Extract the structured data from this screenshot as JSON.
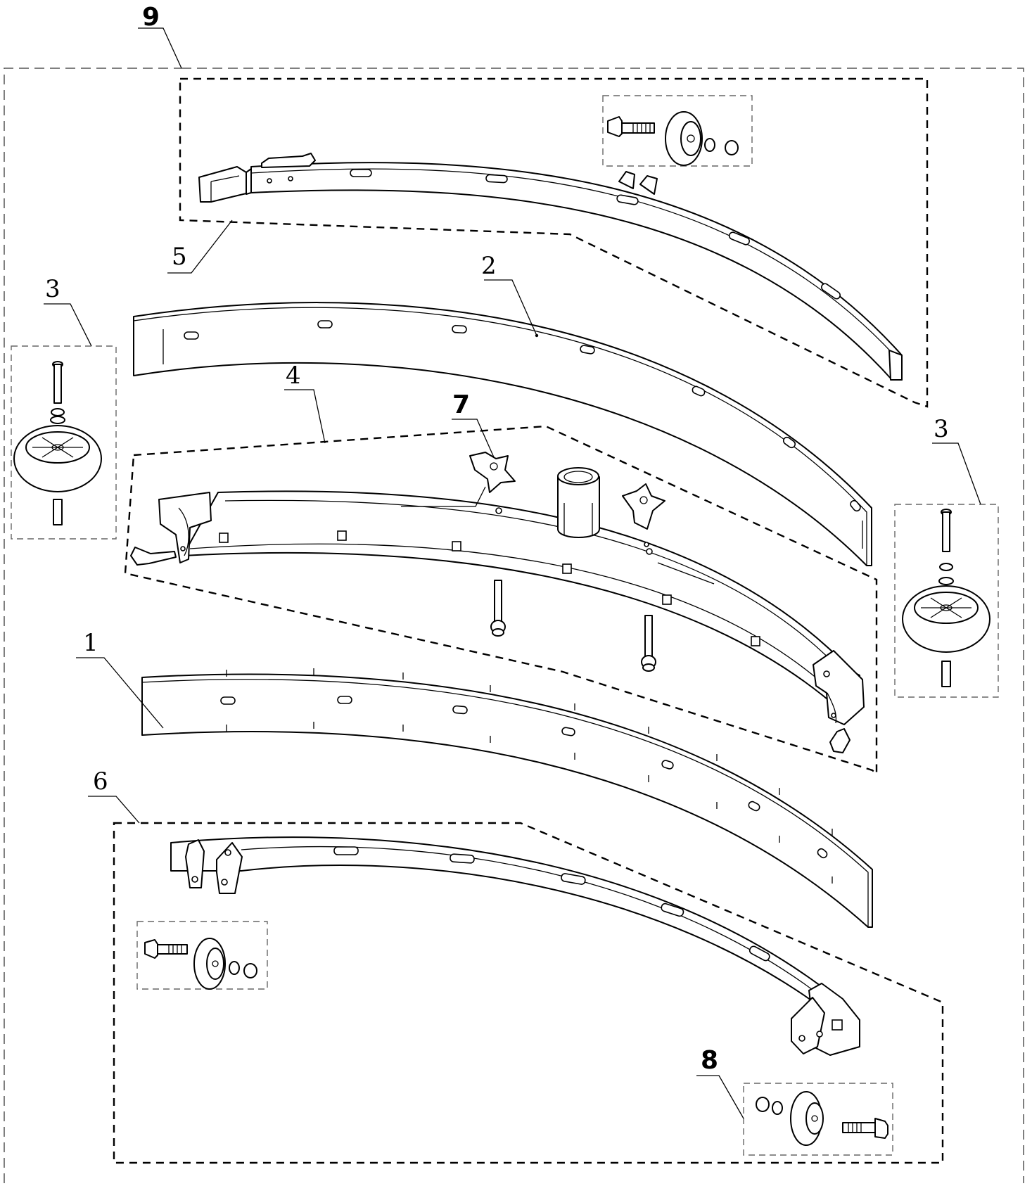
{
  "callouts": {
    "assembly": "9",
    "squeegee_blade_front": "1",
    "squeegee_blade_rear": "2",
    "wheel_kit_left": "3",
    "wheel_kit_right": "3",
    "squeegee_body_group": "4",
    "rear_retainer_group": "5",
    "front_retainer_group": "6",
    "knob": "7",
    "roller_kit": "8"
  },
  "icons": {
    "wheel": "caster-wheel-icon",
    "roller": "roller-icon",
    "bolt": "bolt-icon",
    "knob": "star-knob-icon"
  }
}
